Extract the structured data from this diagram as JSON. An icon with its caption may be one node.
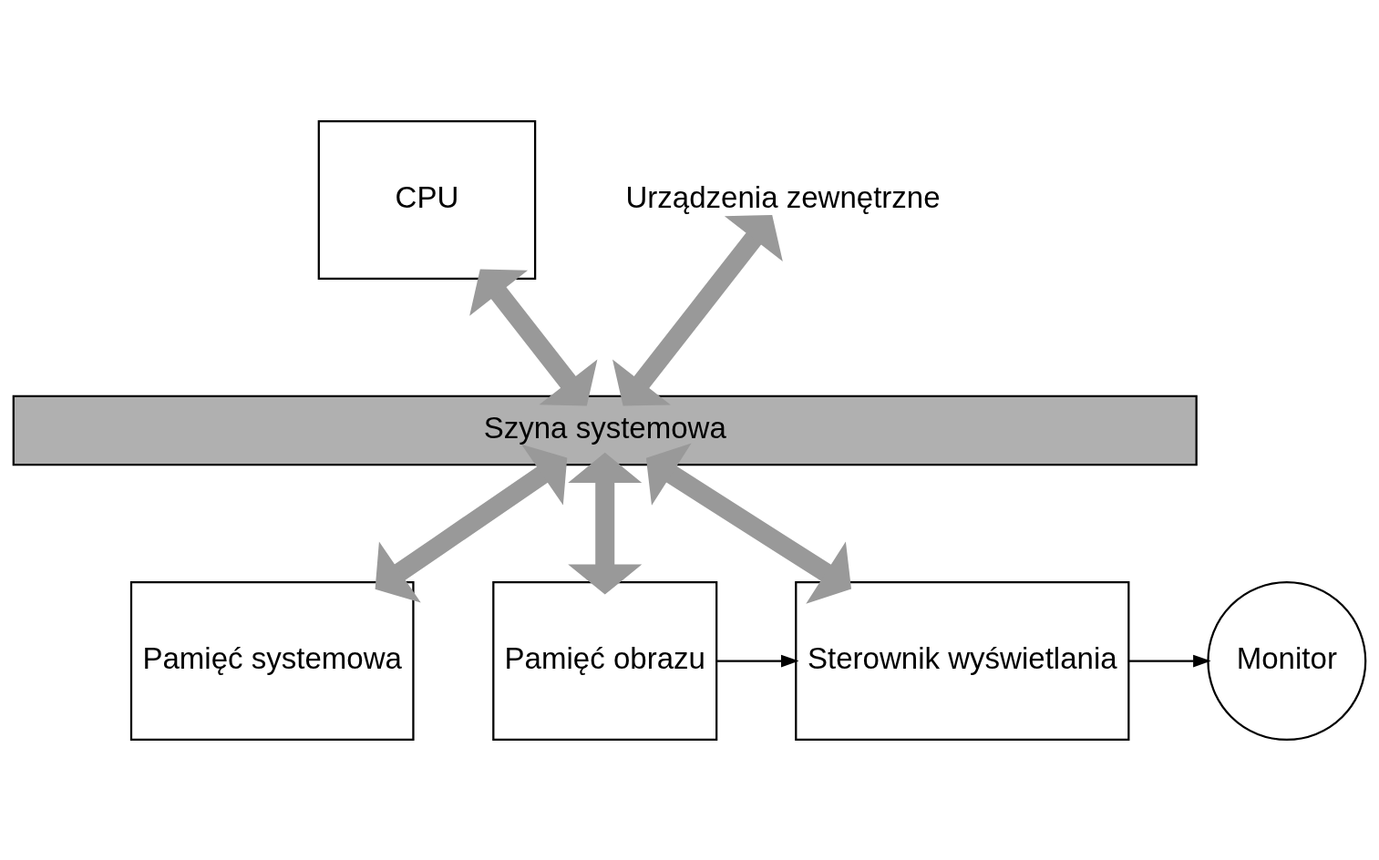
{
  "diagram": {
    "nodes": [
      {
        "text": [
          "CPU"
        ]
      },
      {
        "text": [
          "Urządzenia zewnętrzne"
        ]
      },
      {
        "text": [
          "Szyna systemowa"
        ]
      },
      {
        "text": [
          "Pamięć systemowa"
        ]
      },
      {
        "text": [
          "Pamięć obrazu"
        ]
      },
      {
        "text": [
          "Sterownik wyświetlania"
        ]
      },
      {
        "text": [
          "Monitor"
        ]
      }
    ],
    "edges": [
      {
        "from": 0,
        "to": 2,
        "arrow": "both"
      },
      {
        "from": 1,
        "to": 2,
        "arrow": "both"
      },
      {
        "from": 2,
        "to": 3,
        "arrow": "both"
      },
      {
        "from": 2,
        "to": 4,
        "arrow": "both"
      },
      {
        "from": 2,
        "to": 5,
        "arrow": "both"
      },
      {
        "from": 4,
        "to": 5,
        "arrow": "to",
        "color": "#000000"
      },
      {
        "from": 5,
        "to": 6,
        "arrow": "to",
        "color": "#000000"
      }
    ]
  }
}
